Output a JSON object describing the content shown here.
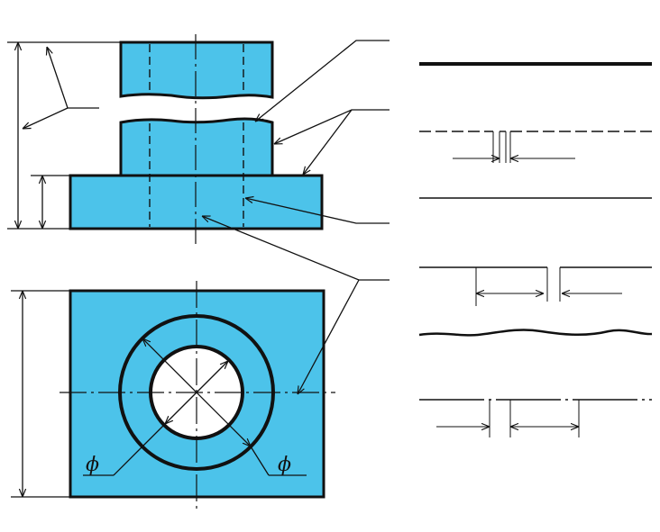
{
  "figure": {
    "fill_color": "#4cc3ea",
    "line_color": "#111111",
    "background": "#ffffff",
    "diameter_symbols": [
      "ϕ",
      "ϕ"
    ]
  },
  "legend": {
    "line_types": [
      "thick-continuous",
      "dashed-hidden",
      "thin-continuous",
      "long-break",
      "freehand-break",
      "chain-center"
    ]
  }
}
